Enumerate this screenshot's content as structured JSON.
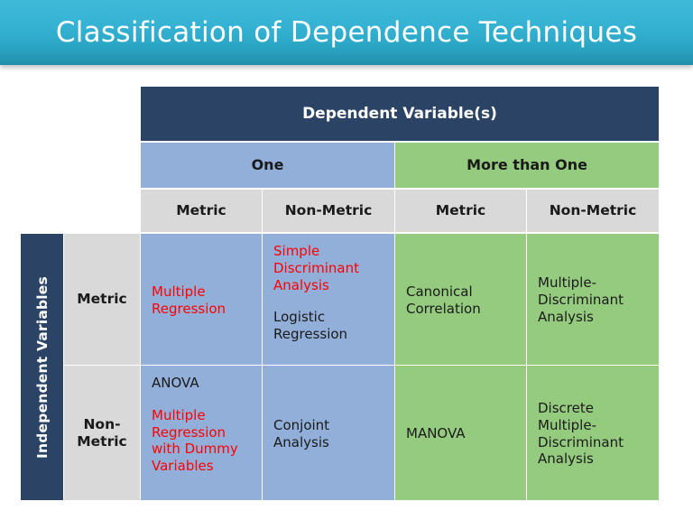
{
  "title": "Classification of Dependence Techniques",
  "colors": {
    "banner_top": "#3fb9d8",
    "banner_bottom": "#2290ab",
    "navy": "#2b4465",
    "blue": "#91afd9",
    "green": "#95cb7f",
    "gray": "#d9d9d9",
    "red_text": "#ff0000",
    "black_text": "#1a1a1a"
  },
  "matrix": {
    "column_axis_title": "Dependent Variable(s)",
    "row_axis_title": "Independent Variables",
    "column_groups": [
      {
        "label": "One",
        "color": "blue"
      },
      {
        "label": "More than One",
        "color": "green"
      }
    ],
    "column_headers": [
      "Metric",
      "Non-Metric",
      "Metric",
      "Non-Metric"
    ],
    "row_headers": [
      "Metric",
      "Non-\nMetric"
    ],
    "cells": [
      {
        "row": "Metric",
        "col": "One / Metric",
        "color": "blue",
        "align": "center",
        "entries": [
          {
            "text": "Multiple\nRegression",
            "color": "red"
          }
        ]
      },
      {
        "row": "Metric",
        "col": "One / Non-Metric",
        "color": "blue",
        "align": "top",
        "entries": [
          {
            "text": "Simple\nDiscriminant\nAnalysis",
            "color": "red"
          },
          {
            "text": "Logistic\nRegression",
            "color": "black",
            "gap_before": true
          }
        ]
      },
      {
        "row": "Metric",
        "col": "More than One / Metric",
        "color": "green",
        "align": "center",
        "entries": [
          {
            "text": "Canonical\nCorrelation",
            "color": "black"
          }
        ]
      },
      {
        "row": "Metric",
        "col": "More than One / Non-Metric",
        "color": "green",
        "align": "center",
        "entries": [
          {
            "text": "Multiple-\nDiscriminant\nAnalysis",
            "color": "black"
          }
        ]
      },
      {
        "row": "Non-Metric",
        "col": "One / Metric",
        "color": "blue",
        "align": "top",
        "entries": [
          {
            "text": "ANOVA",
            "color": "black"
          },
          {
            "text": "Multiple\nRegression\nwith Dummy\nVariables",
            "color": "red",
            "gap_before": true
          }
        ]
      },
      {
        "row": "Non-Metric",
        "col": "One / Non-Metric",
        "color": "blue",
        "align": "center",
        "entries": [
          {
            "text": "Conjoint\nAnalysis",
            "color": "black"
          }
        ]
      },
      {
        "row": "Non-Metric",
        "col": "More than One / Metric",
        "color": "green",
        "align": "center",
        "entries": [
          {
            "text": "MANOVA",
            "color": "black"
          }
        ]
      },
      {
        "row": "Non-Metric",
        "col": "More than One / Non-Metric",
        "color": "green",
        "align": "center",
        "entries": [
          {
            "text": "Discrete\nMultiple-\nDiscriminant\nAnalysis",
            "color": "black"
          }
        ]
      }
    ]
  }
}
